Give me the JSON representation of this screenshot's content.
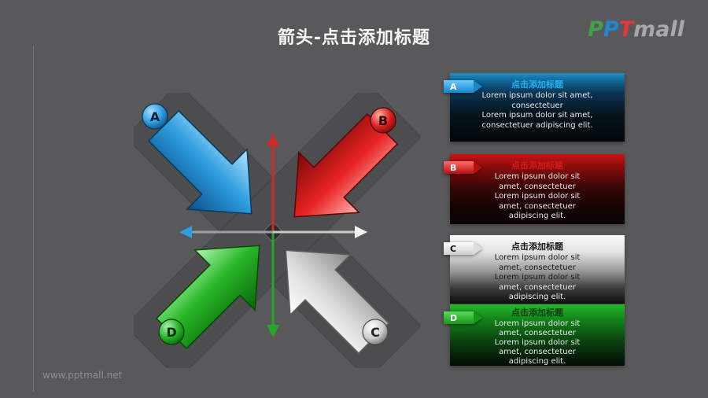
{
  "header": {
    "title": "箭头-点击添加标题",
    "logo": {
      "p1": "P",
      "p2": "P",
      "t": "T",
      "rest": "mall",
      "colors": {
        "p1": "#43a047",
        "p2": "#1e88d5",
        "t": "#e53935",
        "rest": "#a9a9ab"
      }
    }
  },
  "footer": {
    "watermark": "www.pptmall.net"
  },
  "diagram": {
    "badges": [
      {
        "label": "A",
        "color": "#2e9fe0"
      },
      {
        "label": "B",
        "color": "#e02020"
      },
      {
        "label": "C",
        "color": "#d8d8d8"
      },
      {
        "label": "D",
        "color": "#28b428"
      }
    ],
    "arrows": [
      {
        "name": "blue-arrow",
        "color": "#2e9fe0"
      },
      {
        "name": "red-arrow",
        "color": "#e02020"
      },
      {
        "name": "green-arrow",
        "color": "#28b428"
      },
      {
        "name": "white-arrow",
        "color": "#e8e8e8"
      }
    ]
  },
  "panels": [
    {
      "tab": "A",
      "accent": "#1e9ad6",
      "title": "点击添加标题",
      "lines": [
        "Lorem ipsum dolor sit amet,",
        "consectetuer",
        "Lorem ipsum dolor sit amet,",
        "consectetuer adipiscing elit."
      ]
    },
    {
      "tab": "B",
      "accent": "#d41414",
      "title": "点击添加标题",
      "lines": [
        "Lorem ipsum dolor sit",
        "amet, consectetuer",
        "Lorem ipsum dolor sit",
        "amet, consectetuer",
        "adipiscing elit."
      ]
    },
    {
      "tab": "C",
      "accent": "#f0f0f0",
      "title": "点击添加标题",
      "lines": [
        "Lorem ipsum dolor sit",
        "amet, consectetuer",
        "Lorem ipsum dolor sit",
        "amet, consectetuer",
        "adipiscing elit."
      ]
    },
    {
      "tab": "D",
      "accent": "#22b422",
      "title": "点击添加标题",
      "lines": [
        "Lorem ipsum dolor sit",
        "amet, consectetuer",
        "Lorem ipsum dolor sit",
        "amet, consectetuer",
        "adipiscing elit."
      ]
    }
  ]
}
